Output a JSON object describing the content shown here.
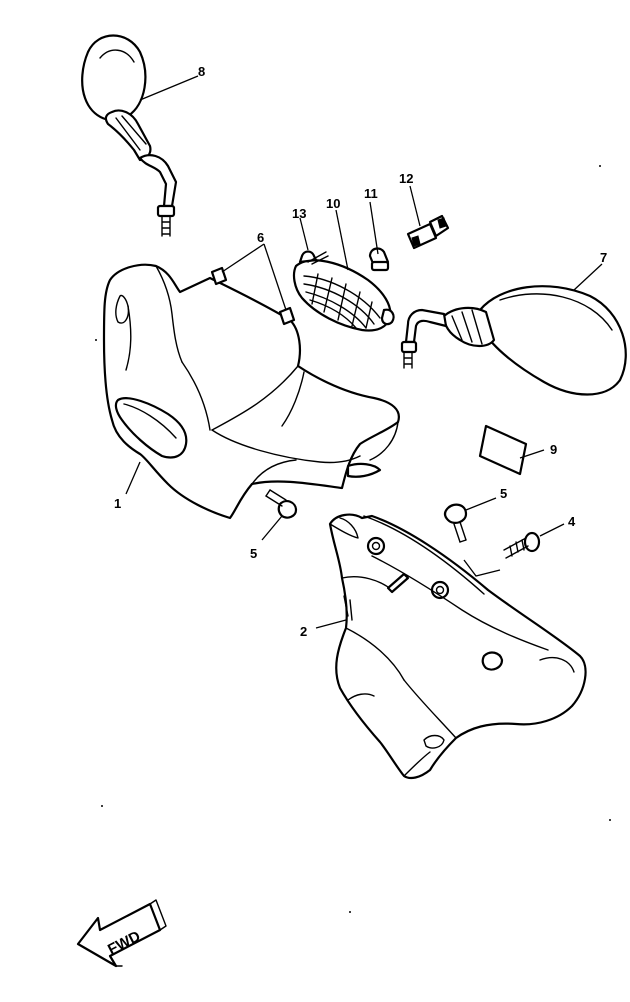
{
  "callouts": {
    "c1": "1",
    "c2": "2",
    "c4": "4",
    "c5a": "5",
    "c5b": "5",
    "c6": "6",
    "c7": "7",
    "c8": "8",
    "c9": "9",
    "c10": "10",
    "c11": "11",
    "c12": "12",
    "c13": "13"
  },
  "direction_arrow": {
    "label": "FWD"
  }
}
